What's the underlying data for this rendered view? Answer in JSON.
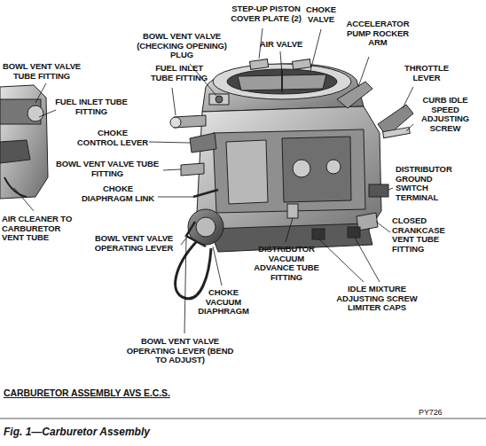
{
  "diagram": {
    "caption": "Fig. 1—Carburetor Assembly",
    "labels": [
      "BOWL VENT VALVE TUBE FITTING",
      "FUEL INLET TUBE FITTING",
      "AIR CLEANER TO CARBURETOR VENT TUBE",
      "BOWL VENT VALVE (CHECKING OPENING) PLUG",
      "FUEL INLET TUBE FITTING",
      "CHOKE CONTROL LEVER",
      "BOWL VENT VALVE TUBE FITTING",
      "CHOKE DIAPHRAGM LINK",
      "BOWL VENT VALVE OPERATING LEVER",
      "CHOKE VACUUM DIAPHRAGM",
      "BOWL VENT VALVE OPERATING LEVER (BEND TO ADJUST)",
      "STEP-UP PISTON COVER PLATE (2)",
      "AIR VALVE",
      "CHOKE VALVE",
      "ACCELERATOR PUMP ROCKER ARM",
      "THROTTLE LEVER",
      "CURB IDLE SPEED ADJUSTING SCREW",
      "DISTRIBUTOR GROUND SWITCH TERMINAL",
      "CLOSED CRANKCASE VENT TUBE FITTING",
      "DISTRIBUTOR VACUUM ADVANCE TUBE FITTING",
      "IDLE MIXTURE ADJUSTING SCREW LIMITER CAPS",
      "CARBURETOR ASSEMBLY AVS E.C.S.",
      "PY726"
    ]
  }
}
